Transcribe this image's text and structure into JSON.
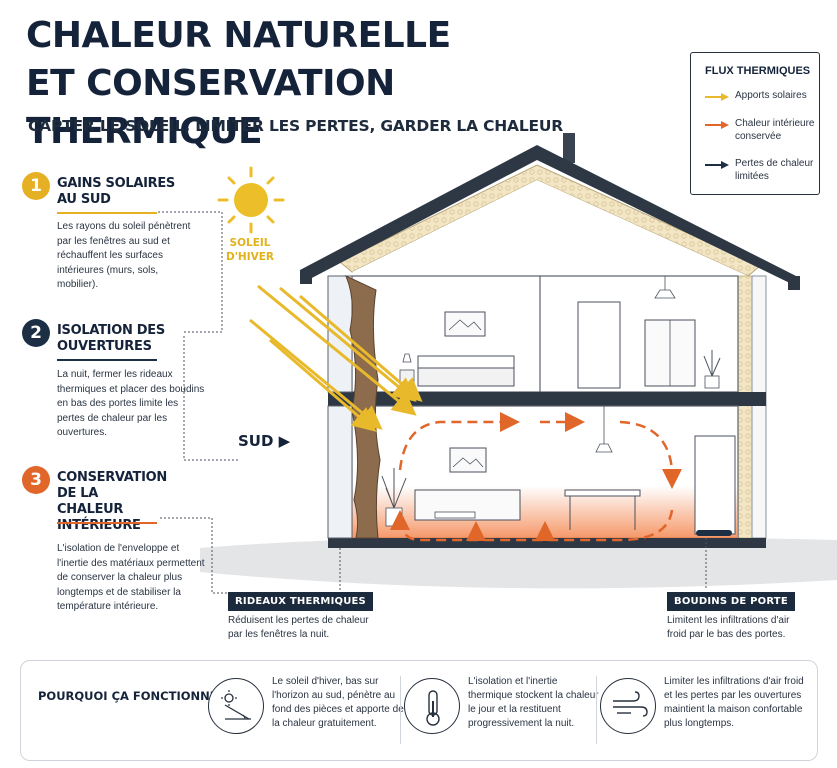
{
  "header": {
    "title_line1": "CHALEUR NATURELLE",
    "title_line2": "ET CONSERVATION THERMIQUE",
    "subtitle": "CAPTER LE SOLEIL, LIMITER LES PERTES, GARDER LA CHALEUR"
  },
  "legend": {
    "title": "FLUX THERMIQUES",
    "items": [
      {
        "label": "Apports solaires",
        "color": "#e8b92b"
      },
      {
        "label": "Chaleur intérieure conservée",
        "color": "#e0662a"
      },
      {
        "label": "Pertes de chaleur limitées",
        "color": "#1c2f45"
      }
    ]
  },
  "steps": [
    {
      "number": "1",
      "title": "GAINS SOLAIRES AU SUD",
      "text": "Les rayons du soleil pénètrent par les fenêtres au sud et réchauffent les surfaces intérieures (murs, sols, mobilier).",
      "color": "#e5b023"
    },
    {
      "number": "2",
      "title": "ISOLATION DES OUVERTURES",
      "text": "La nuit, fermer les rideaux thermiques et placer des boudins en bas des portes limite les pertes de chaleur par les ouvertures.",
      "color": "#1c2f45"
    },
    {
      "number": "3",
      "title": "CONSERVATION DE LA CHALEUR INTÉRIEURE",
      "text": "L'isolation de l'enveloppe et l'inertie des matériaux permettent de conserver la chaleur plus longtemps et de stabiliser la température intérieure.",
      "color": "#e0662a"
    }
  ],
  "diagram": {
    "sun_label": "SOLEIL D'HIVER",
    "sud_label": "SUD ▶"
  },
  "callouts": {
    "rideaux": {
      "tag": "RIDEAUX THERMIQUES",
      "text_line1": "Réduisent les pertes de chaleur",
      "text_line2": "par les fenêtres la nuit."
    },
    "boudins": {
      "tag": "BOUDINS DE PORTE",
      "text_line1": "Limitent les infiltrations d'air",
      "text_line2": "froid par le bas des portes."
    }
  },
  "why": {
    "label": "POURQUOI ÇA FONCTIONNE ?",
    "items": [
      {
        "text": "Le soleil d'hiver, bas sur l'horizon au sud, pénètre au fond des pièces et apporte de la chaleur gratuitement.",
        "icon": "sun-angle-icon"
      },
      {
        "text": "L'isolation et l'inertie thermique stockent la chaleur le jour et la restituent progressivement la nuit.",
        "icon": "thermometer-icon"
      },
      {
        "text": "Limiter les infiltrations d'air froid et les pertes par les ouvertures maintient la maison confortable plus longtemps.",
        "icon": "wind-icon"
      }
    ]
  }
}
